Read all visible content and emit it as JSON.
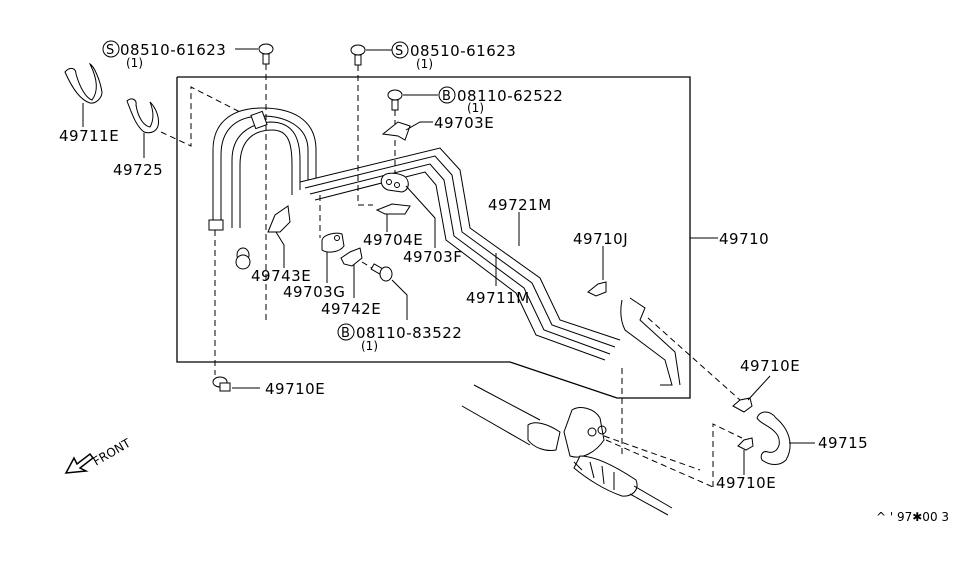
{
  "diagram": {
    "title": "Power steering piping diagram",
    "orientation_label": "FRONT",
    "footer_code": "^ ' 97✱00 3",
    "assembly": {
      "part_number": "49710"
    },
    "callouts": [
      {
        "id": "bolt-top-left",
        "symbol": "S",
        "part_number": "08510-61623",
        "qty": "(1)"
      },
      {
        "id": "bolt-top-center",
        "symbol": "S",
        "part_number": "08510-61623",
        "qty": "(1)"
      },
      {
        "id": "bolt-b-upper",
        "symbol": "B",
        "part_number": "08110-62522",
        "qty": "(1)"
      },
      {
        "id": "bolt-b-lower",
        "symbol": "B",
        "part_number": "08110-83522",
        "qty": "(1)"
      },
      {
        "id": "clip-49711e",
        "part_number": "49711E"
      },
      {
        "id": "clip-49725",
        "part_number": "49725"
      },
      {
        "id": "clamp-49703e",
        "part_number": "49703E"
      },
      {
        "id": "bracket-49704e",
        "part_number": "49704E"
      },
      {
        "id": "clamp-49703f",
        "part_number": "49703F"
      },
      {
        "id": "bracket-49743e",
        "part_number": "49743E"
      },
      {
        "id": "clamp-49703g",
        "part_number": "49703G"
      },
      {
        "id": "bracket-49742e",
        "part_number": "49742E"
      },
      {
        "id": "tube-49721m",
        "part_number": "49721M"
      },
      {
        "id": "tube-49711m",
        "part_number": "49711M"
      },
      {
        "id": "clip-49710j",
        "part_number": "49710J"
      },
      {
        "id": "clamp-49710e-left",
        "part_number": "49710E"
      },
      {
        "id": "clamp-49710e-right-upper",
        "part_number": "49710E"
      },
      {
        "id": "clamp-49710e-right-lower",
        "part_number": "49710E"
      },
      {
        "id": "hose-49715",
        "part_number": "49715"
      }
    ]
  }
}
